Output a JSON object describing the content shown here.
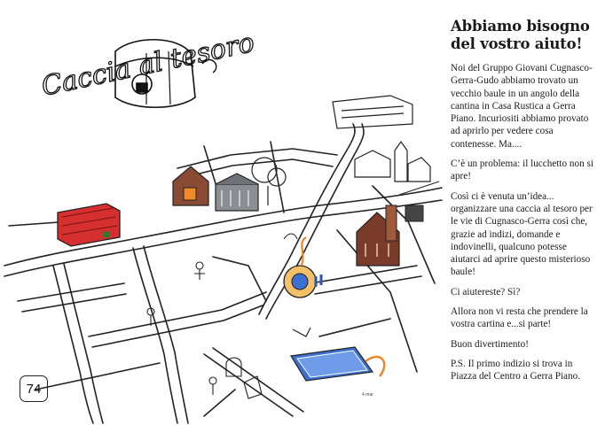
{
  "map": {
    "title_art": "Caccia al tesoro",
    "signature": "4 mar"
  },
  "article": {
    "heading_line1": "Abbiamo bisogno",
    "heading_line2": "del vostro aiuto!",
    "paragraphs": [
      "Noi del Gruppo Giovani Cugnasco-Gerra-Gudo abbiamo trovato un vecchio baule in un angolo della cantina in Casa Rustica a Gerra Piano. Incuriositi abbiamo provato ad aprirlo per vedere cosa contenesse. Ma....",
      "C’è un problema: il lucchetto non si apre!",
      "Così ci è venuta un’idea... organizzare una caccia al tesoro per le vie di Cugnasco-Gerra così che, grazie ad indizi, domande e indovinelli, qualcuno potesse aiutarci ad aprire questo misterioso baule!",
      "Ci aiutereste? Sì?",
      "Allora non vi resta che prendere la vostra cartina e...si parte!",
      "Buon divertimento!",
      "P.S. Il primo indizio si trova in Piazza del Centro a Gerra Piano."
    ]
  },
  "page_number": "74",
  "colors": {
    "ink": "#1a1a1a",
    "red_building": "#d62f2f",
    "brown_house": "#7a3b2a",
    "pool_blue": "#3d6fd1",
    "orange": "#e8862a"
  }
}
